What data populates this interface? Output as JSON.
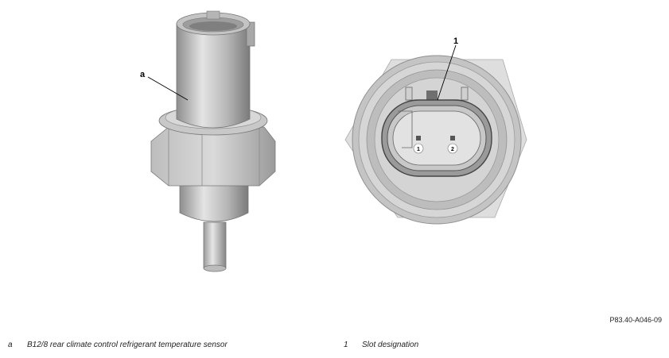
{
  "callouts": {
    "a": "a",
    "one": "1"
  },
  "pin_labels": [
    "1",
    "2"
  ],
  "figure_code": "P83.40-A046-09",
  "legend": [
    {
      "key": "a",
      "text": "B12/8 rear climate control refrigerant temperature sensor"
    },
    {
      "key": "1",
      "text": "Slot designation"
    }
  ]
}
